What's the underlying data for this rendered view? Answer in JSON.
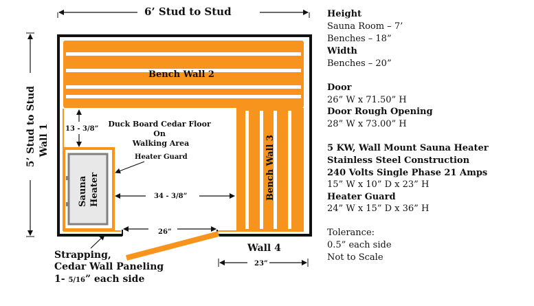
{
  "colors": {
    "wood": "#F7941D",
    "frame": "#111111",
    "heater_border": "#808080",
    "heater_fill": "#E8E8E8"
  },
  "dimensions": {
    "top": "6’ Stud to Stud",
    "left_line1": "5’ Stud to Stud",
    "left_line2": "Wall 1",
    "upper_left_gap": "13 - 3/8”",
    "heater_to_bench": "34 - 3/8”",
    "door_opening": "26”",
    "bottom_right": "23”"
  },
  "labels": {
    "bench_wall_2": "Bench Wall 2",
    "bench_wall_3": "Bench Wall 3",
    "wall_4": "Wall 4",
    "floor_line1": "Duck Board Cedar Floor",
    "floor_line2": "On",
    "floor_line3": "Walking Area",
    "heater_guard": "Heater Guard",
    "heater_line1": "Sauna",
    "heater_line2": "Heater",
    "strapping_line1": "Strapping,",
    "strapping_line2": "Cedar Wall Paneling",
    "strapping_line3_a": "1- ",
    "strapping_line3_b": "5/16",
    "strapping_line3_c": "” each side"
  },
  "specs": {
    "height_heading": "Height",
    "sauna_room": "Sauna Room  –   7’",
    "benches_height": "Benches        – 18”",
    "width_heading": "Width",
    "benches_width": "Benches        – 20”",
    "door_heading": "Door",
    "door_size": "26” W x  71.50” H",
    "rough_heading": "Door Rough Opening",
    "rough_size": "28” W x  73.00” H",
    "heater_line1": "5 KW, Wall Mount Sauna Heater",
    "heater_line2": "Stainless Steel Construction",
    "heater_line3": "240 Volts Single Phase 21 Amps",
    "heater_size": "15” W x 10” D x 23” H",
    "guard_heading": "Heater Guard",
    "guard_size": "24” W x 15” D x 36” H",
    "tolerance": "Tolerance:",
    "tolerance_value": "0.5” each side",
    "scale_note": "Not to Scale"
  }
}
